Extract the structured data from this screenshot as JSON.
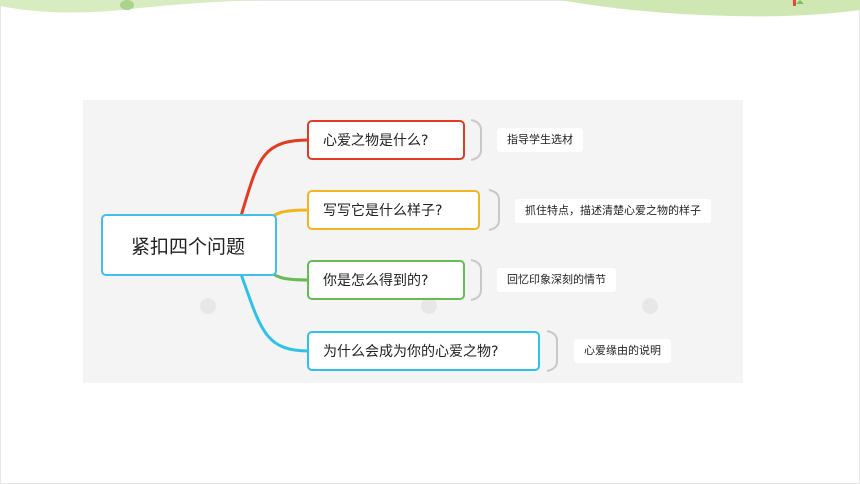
{
  "mindmap": {
    "root": "紧扣四个问题",
    "branches": [
      {
        "topic": "心爱之物是什么?",
        "note": "指导学生选材",
        "color": "#e23b22"
      },
      {
        "topic": "写写它是什么样子?",
        "note": "抓住特点，描述清楚心爱之物的样子",
        "color": "#f2b521"
      },
      {
        "topic": "你是怎么得到的?",
        "note": "回忆印象深刻的情节",
        "color": "#66bb55"
      },
      {
        "topic": "为什么会成为你的心爱之物?",
        "note": "心爱缘由的说明",
        "color": "#2ec3e6"
      }
    ]
  },
  "colors": {
    "root_border": "#3fbfea",
    "canvas_bg": "#f4f4f4",
    "deco_green": "#cfe7b3"
  }
}
